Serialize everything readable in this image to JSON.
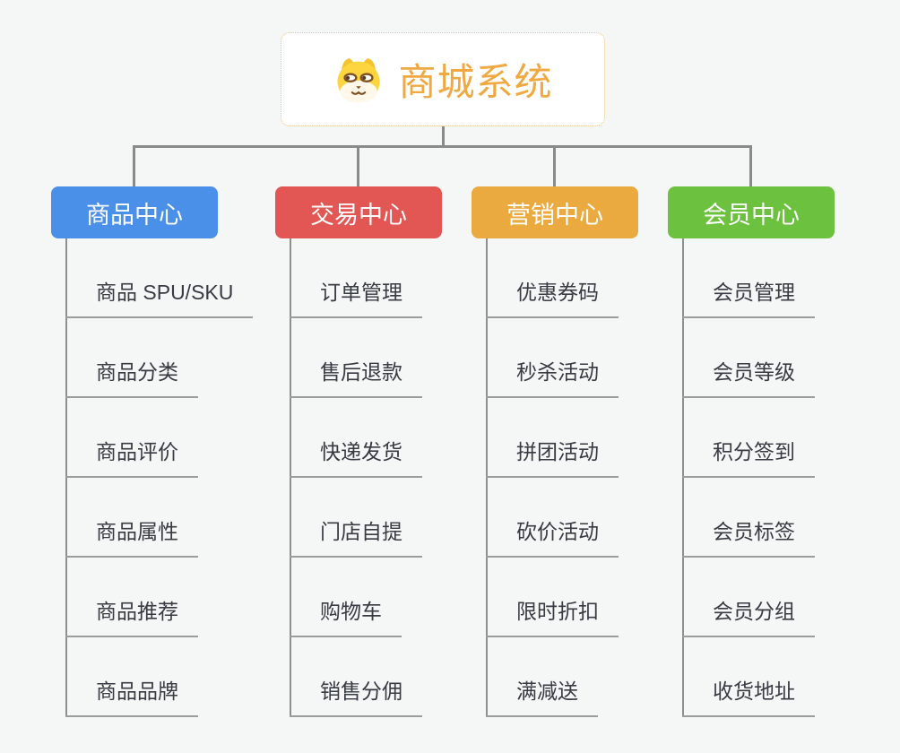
{
  "root": {
    "title": "商城系统",
    "icon": "shiba-dog-icon"
  },
  "branches": [
    {
      "label": "商品中心",
      "color": "#4a90e8",
      "items": [
        "商品 SPU/SKU",
        "商品分类",
        "商品评价",
        "商品属性",
        "商品推荐",
        "商品品牌"
      ]
    },
    {
      "label": "交易中心",
      "color": "#e25653",
      "items": [
        "订单管理",
        "售后退款",
        "快递发货",
        "门店自提",
        "购物车",
        "销售分佣"
      ]
    },
    {
      "label": "营销中心",
      "color": "#ebaa3f",
      "items": [
        "优惠券码",
        "秒杀活动",
        "拼团活动",
        "砍价活动",
        "限时折扣",
        "满减送"
      ]
    },
    {
      "label": "会员中心",
      "color": "#6cc23f",
      "items": [
        "会员管理",
        "会员等级",
        "积分签到",
        "会员标签",
        "会员分组",
        "收货地址"
      ]
    }
  ],
  "colors": {
    "root_title": "#f0a843",
    "root_border": "#f2c176",
    "connector": "#8a8a8a",
    "item_text": "#373b42",
    "item_underline": "#9c9c9c",
    "background": "#f5f6f6"
  }
}
